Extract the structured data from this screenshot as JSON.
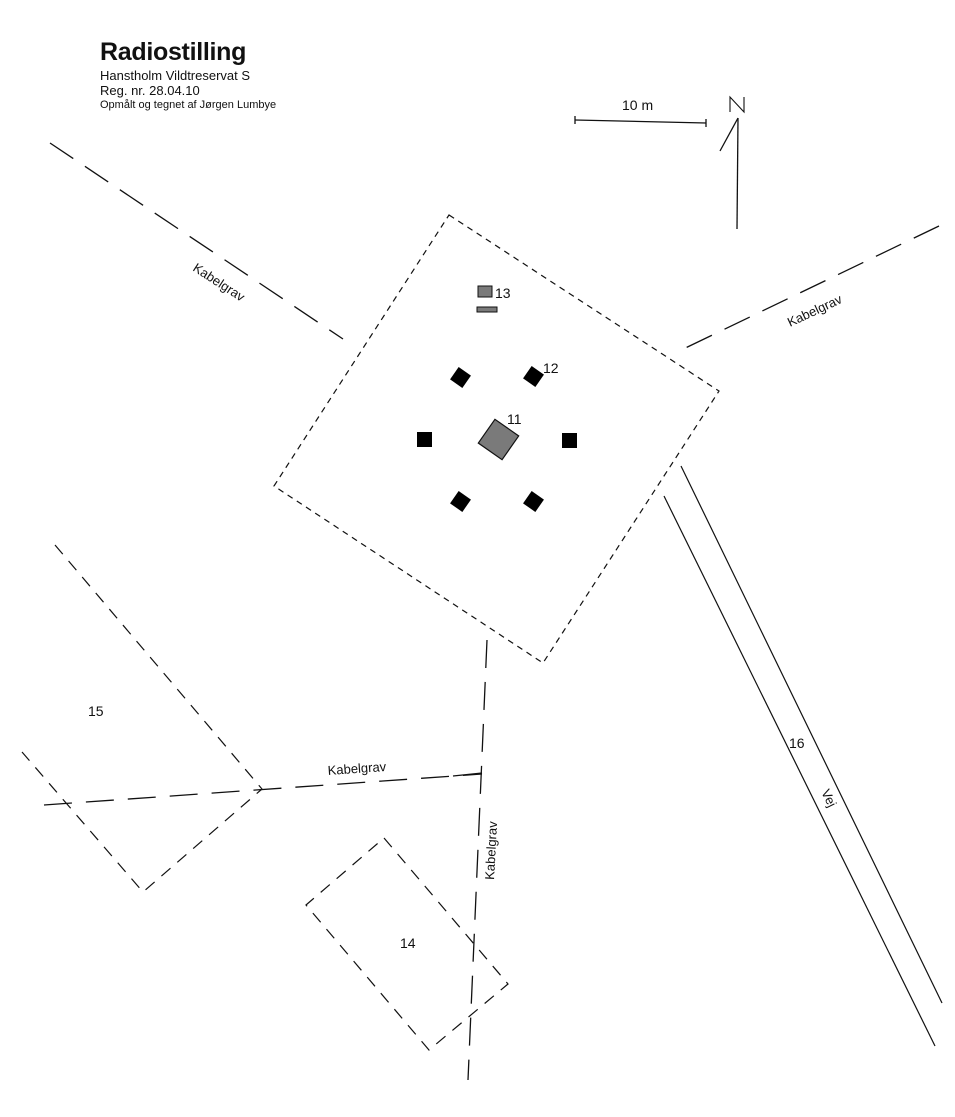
{
  "header": {
    "title": "Radiostilling",
    "subtitle": "Hanstholm Vildtreservat S",
    "reg": "Reg. nr. 28.04.10",
    "credit": "Opmålt og tegnet af Jørgen Lumbye"
  },
  "scale_bar": {
    "label": "10 m"
  },
  "north_arrow": {
    "label": "N",
    "icon": "north-arrow-icon"
  },
  "features": {
    "f11": "11",
    "f12": "12",
    "f13": "13",
    "f14": "14",
    "f15": "15",
    "f16": "16"
  },
  "labels": {
    "kabelgrav_nw": "Kabelgrav",
    "kabelgrav_ne": "Kabelgrav",
    "kabelgrav_sw": "Kabelgrav",
    "kabelgrav_s": "Kabelgrav",
    "vej": "Vej"
  },
  "colors": {
    "line": "#111111",
    "structure_black": "#000000",
    "structure_grey": "#7a7a7a",
    "background": "#ffffff"
  }
}
